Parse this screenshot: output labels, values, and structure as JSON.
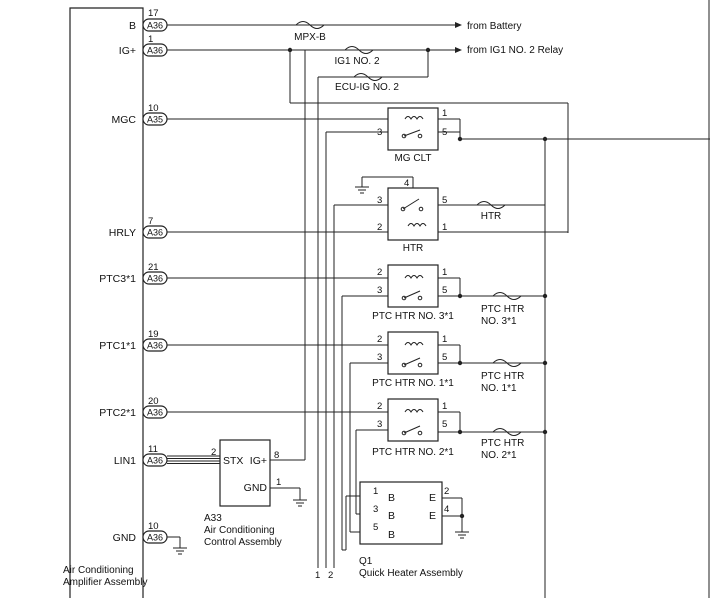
{
  "amp": {
    "name_line1": "Air Conditioning",
    "name_line2": "Amplifier Assembly",
    "pins": [
      {
        "num": "17",
        "signal": "B",
        "connector": "A36"
      },
      {
        "num": "1",
        "signal": "IG+",
        "connector": "A36"
      },
      {
        "num": "10",
        "signal": "MGC",
        "connector": "A35"
      },
      {
        "num": "7",
        "signal": "HRLY",
        "connector": "A36"
      },
      {
        "num": "21",
        "signal": "PTC3*1",
        "connector": "A36"
      },
      {
        "num": "19",
        "signal": "PTC1*1",
        "connector": "A36"
      },
      {
        "num": "20",
        "signal": "PTC2*1",
        "connector": "A36"
      },
      {
        "num": "11",
        "signal": "LIN1",
        "connector": "A36"
      },
      {
        "num": "10",
        "signal": "GND",
        "connector": "A36"
      }
    ]
  },
  "sources": {
    "battery": "from Battery",
    "ig1": "from IG1 NO. 2 Relay"
  },
  "fuses": {
    "mpxb": "MPX-B",
    "ig1no2": "IG1 NO. 2",
    "ecuig": "ECU-IG NO. 2",
    "htr": "HTR",
    "ptc3_l1": "PTC HTR",
    "ptc3_l2": "NO. 3*1",
    "ptc1_l1": "PTC HTR",
    "ptc1_l2": "NO. 1*1",
    "ptc2_l1": "PTC HTR",
    "ptc2_l2": "NO. 2*1"
  },
  "relays": {
    "mgclt": {
      "label": "MG CLT",
      "p1": "1",
      "p3": "3",
      "p5": "5"
    },
    "htr": {
      "label": "HTR",
      "p4": "4",
      "p3": "3",
      "p5": "5",
      "p2": "2",
      "p1": "1"
    },
    "ptc3": {
      "label": "PTC HTR NO. 3*1",
      "p2": "2",
      "p1": "1",
      "p3": "3",
      "p5": "5"
    },
    "ptc1": {
      "label": "PTC HTR NO. 1*1",
      "p2": "2",
      "p1": "1",
      "p3": "3",
      "p5": "5"
    },
    "ptc2": {
      "label": "PTC HTR NO. 2*1",
      "p2": "2",
      "p1": "1",
      "p3": "3",
      "p5": "5"
    }
  },
  "a33": {
    "id": "A33",
    "line1": "Air Conditioning",
    "line2": "Control Assembly",
    "stx": "STX",
    "igp": "IG+",
    "gnd": "GND",
    "pin_stx": "2",
    "pin_igp": "8",
    "pin_gnd": "1"
  },
  "q1": {
    "id": "Q1",
    "name": "Quick Heater Assembly",
    "b": "B",
    "e": "E",
    "pin_b1": "1",
    "pin_b3": "3",
    "pin_b5": "5",
    "pin_e2": "2",
    "pin_e4": "4"
  },
  "bottom_wires": {
    "w1": "1",
    "w2": "2"
  }
}
